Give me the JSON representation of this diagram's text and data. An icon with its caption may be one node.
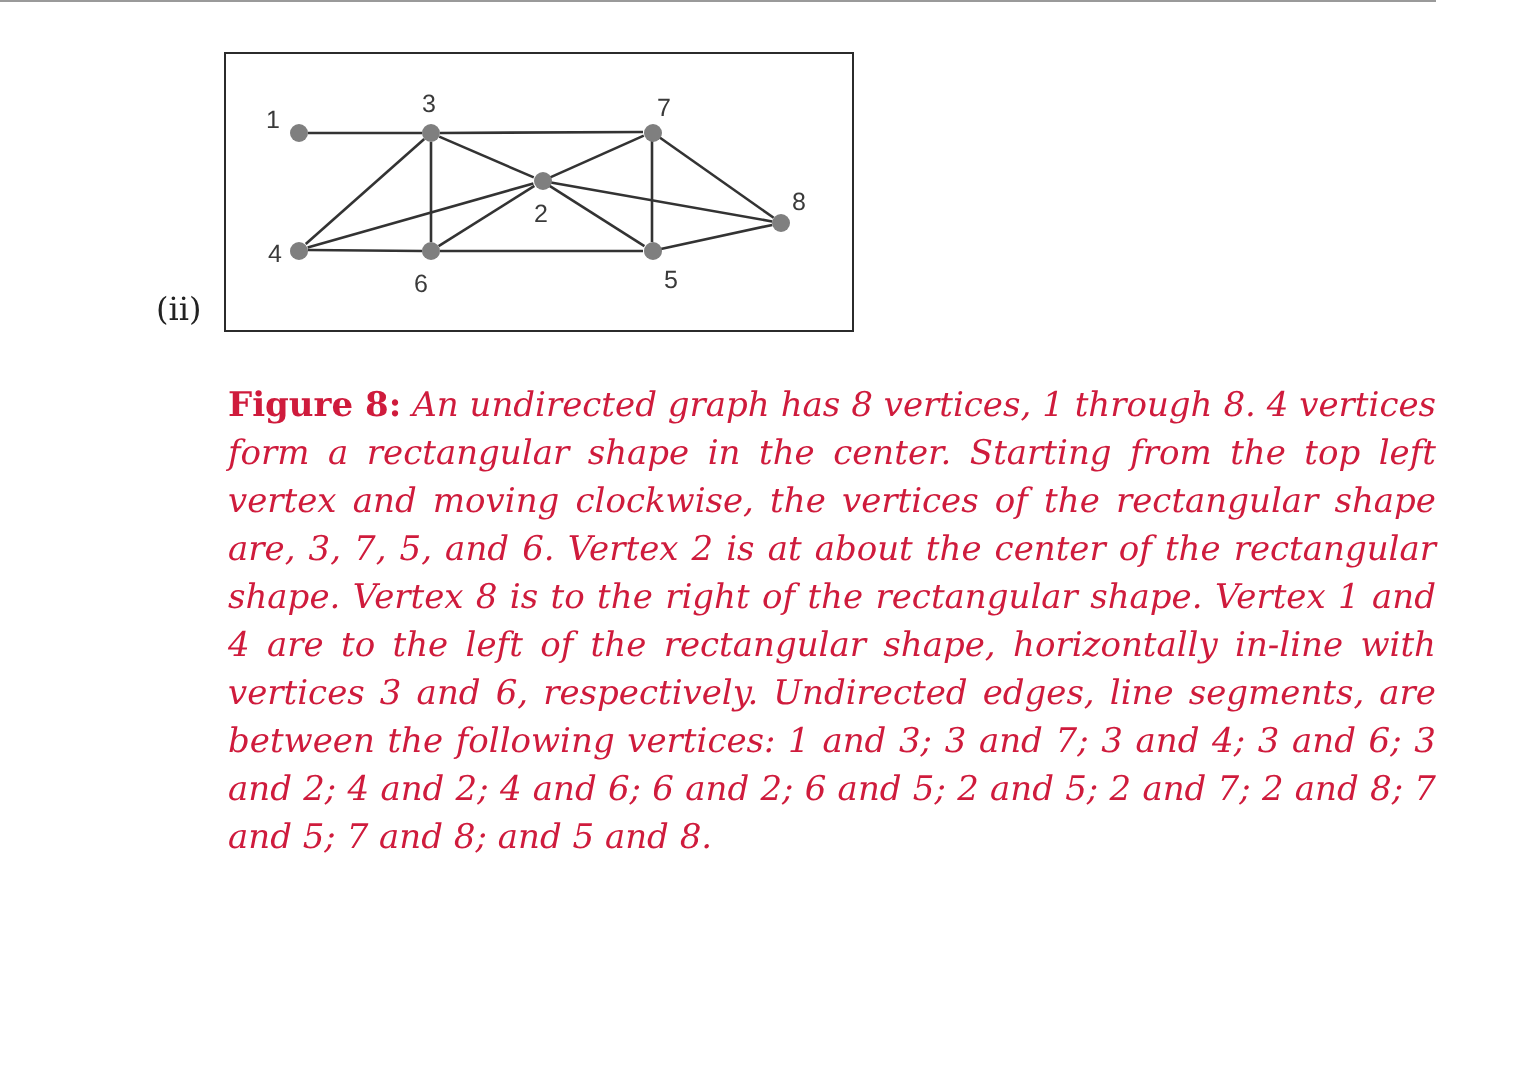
{
  "diagram": {
    "caption": "**Figure 8:** An undirected graph has 8 vertices, 1 through 8. 4 vertices form a rectangular shape in the center. Starting from the top left vertex and moving clockwise, the vertices of the rectangular shape are, 3, 7, 5, and 6. Vertex 2 is at about the center of the rectangular shape. Vertex 8 is to the right of the rectangular shape. Vertex 1 and 4 are to the left of the rectangular shape, horizontally in-line with vertices 3 and 6, respectively. Undirected edges, line segments, are between the following vertices: 1 and 3; 3 and 7; 3 and 4; 3 and 6; 3 and 2; 4 and 2; 4 and 6; 6 and 2; 6 and 5; 2 and 5; 2 and 7; 2 and 8; 7 and 5; 7 and 8; and 5 and 8.",
    "nodes": [
      {
        "text": [],
        "shape": "circle",
        "beside": [
          "1"
        ]
      },
      {
        "text": [],
        "shape": "circle",
        "beside": [
          "4"
        ]
      },
      {
        "text": [],
        "shape": "circle",
        "beside": [
          "3"
        ]
      },
      {
        "text": [],
        "shape": "circle",
        "beside": [
          "6"
        ]
      },
      {
        "text": [],
        "shape": "circle",
        "beside": [
          "2"
        ]
      },
      {
        "text": [],
        "shape": "circle",
        "beside": [
          "7"
        ]
      },
      {
        "text": [],
        "shape": "circle",
        "beside": [
          "5"
        ]
      },
      {
        "text": [],
        "shape": "circle",
        "beside": [
          "8"
        ]
      }
    ],
    "edges": [
      {
        "from": 0,
        "to": 2,
        "arrow": "none"
      },
      {
        "from": 2,
        "to": 5,
        "arrow": "none"
      },
      {
        "from": 2,
        "to": 1,
        "arrow": "none"
      },
      {
        "from": 2,
        "to": 3,
        "arrow": "none"
      },
      {
        "from": 2,
        "to": 4,
        "arrow": "none"
      },
      {
        "from": 1,
        "to": 4,
        "arrow": "none"
      },
      {
        "from": 1,
        "to": 3,
        "arrow": "none"
      },
      {
        "from": 3,
        "to": 4,
        "arrow": "none"
      },
      {
        "from": 3,
        "to": 6,
        "arrow": "none"
      },
      {
        "from": 4,
        "to": 6,
        "arrow": "none"
      },
      {
        "from": 4,
        "to": 5,
        "arrow": "none"
      },
      {
        "from": 4,
        "to": 7,
        "arrow": "none"
      },
      {
        "from": 5,
        "to": 6,
        "arrow": "none"
      },
      {
        "from": 5,
        "to": 7,
        "arrow": "none"
      },
      {
        "from": 6,
        "to": 7,
        "arrow": "none"
      }
    ],
    "labels": [
      "(ii)"
    ]
  }
}
